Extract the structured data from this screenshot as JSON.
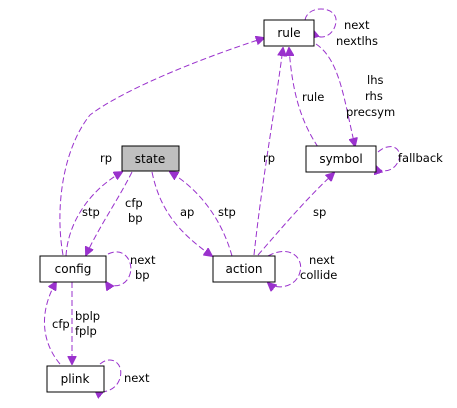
{
  "nodes": {
    "rule": "rule",
    "symbol": "symbol",
    "state": "state",
    "config": "config",
    "action": "action",
    "plink": "plink"
  },
  "edge_labels": {
    "rule_self_next": "next",
    "rule_self_nextlhs": "nextlhs",
    "symbol_lhs": "lhs",
    "symbol_rhs": "rhs",
    "symbol_precsym": "precsym",
    "symbol_to_rule": "rule",
    "symbol_fallback": "fallback",
    "state_to_rule": "rp",
    "action_to_rule": "rp",
    "config_to_state": "stp",
    "state_to_config_cfp": "cfp",
    "state_to_config_bp": "bp",
    "state_to_action": "ap",
    "action_to_state": "stp",
    "action_to_symbol": "sp",
    "config_self_next": "next",
    "config_self_bp": "bp",
    "action_self_next": "next",
    "action_self_collide": "collide",
    "plink_to_config": "cfp",
    "config_to_plink_bplp": "bplp",
    "config_to_plink_fplp": "fplp",
    "plink_self_next": "next"
  },
  "colors": {
    "edge": "#9a32cd",
    "highlight_fill": "#bfbfbf"
  }
}
